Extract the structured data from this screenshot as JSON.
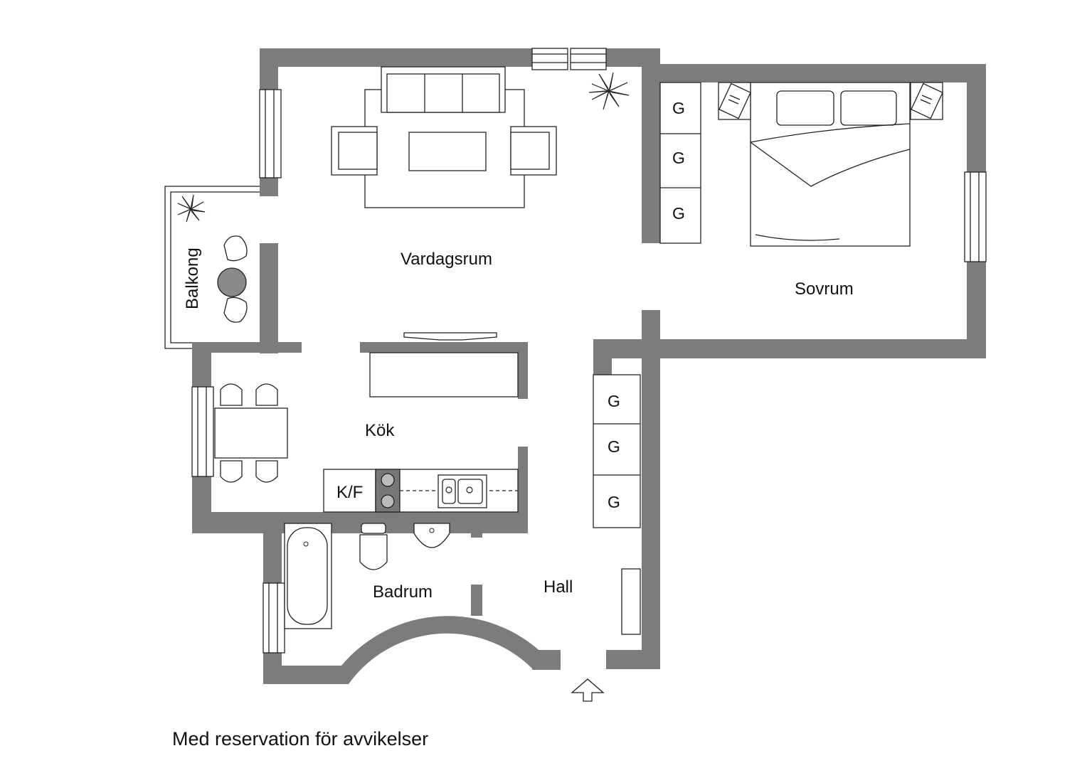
{
  "rooms": {
    "vardagsrum": "Vardagsrum",
    "sovrum": "Sovrum",
    "balkong": "Balkong",
    "kok": "Kök",
    "badrum": "Badrum",
    "hall": "Hall"
  },
  "wardrobe_label": "G",
  "fridge_freezer_label": "K/F",
  "disclaimer": "Med reservation för avvikelser",
  "colors": {
    "wall": "#7a7c7e",
    "line": "#222222",
    "background": "#ffffff"
  },
  "icons": [
    "plant-icon",
    "entrance-arrow-icon"
  ]
}
